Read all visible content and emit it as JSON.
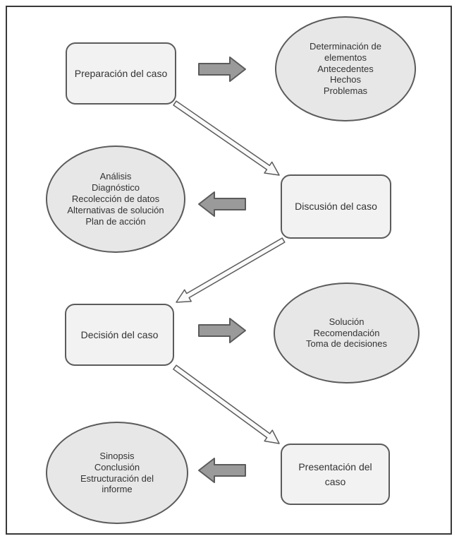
{
  "colors": {
    "frame_border": "#383838",
    "node_border": "#5b5b5b",
    "rect_fill": "#f2f2f2",
    "ellipse_fill": "#e7e7e7",
    "solid_arrow_fill": "#9a9a9a",
    "outline_arrow_fill": "#fafafa",
    "text": "#333333"
  },
  "flowchart": {
    "steps": {
      "preparacion": {
        "shape": "rect",
        "lines": [
          "Preparación del caso"
        ]
      },
      "determinacion": {
        "shape": "ellipse",
        "lines": [
          "Determinación de",
          "elementos",
          "Antecedentes",
          "Hechos",
          "Problemas"
        ]
      },
      "analisis": {
        "shape": "ellipse",
        "lines": [
          "Análisis",
          "Diagnóstico",
          "Recolección de datos",
          "Alternativas de solución",
          "Plan de acción"
        ]
      },
      "discusion": {
        "shape": "rect",
        "lines": [
          "Discusión del caso"
        ]
      },
      "decision": {
        "shape": "rect",
        "lines": [
          "Decisión del caso"
        ]
      },
      "solucion": {
        "shape": "ellipse",
        "lines": [
          "Solución",
          "Recomendación",
          "Toma de decisiones"
        ]
      },
      "sinopsis": {
        "shape": "ellipse",
        "lines": [
          "Sinopsis",
          "Conclusión",
          "Estructuración del",
          "informe"
        ]
      },
      "presentacion": {
        "shape": "rect",
        "lines": [
          "Presentación del",
          "caso"
        ]
      }
    },
    "connections": [
      {
        "from": "preparacion",
        "to": "determinacion",
        "style": "solid-right"
      },
      {
        "from": "preparacion",
        "to": "discusion",
        "style": "outline-diagonal"
      },
      {
        "from": "discusion",
        "to": "analisis",
        "style": "solid-left"
      },
      {
        "from": "discusion",
        "to": "decision",
        "style": "outline-diagonal"
      },
      {
        "from": "decision",
        "to": "solucion",
        "style": "solid-right"
      },
      {
        "from": "decision",
        "to": "presentacion",
        "style": "outline-diagonal"
      },
      {
        "from": "presentacion",
        "to": "sinopsis",
        "style": "solid-left"
      }
    ]
  }
}
